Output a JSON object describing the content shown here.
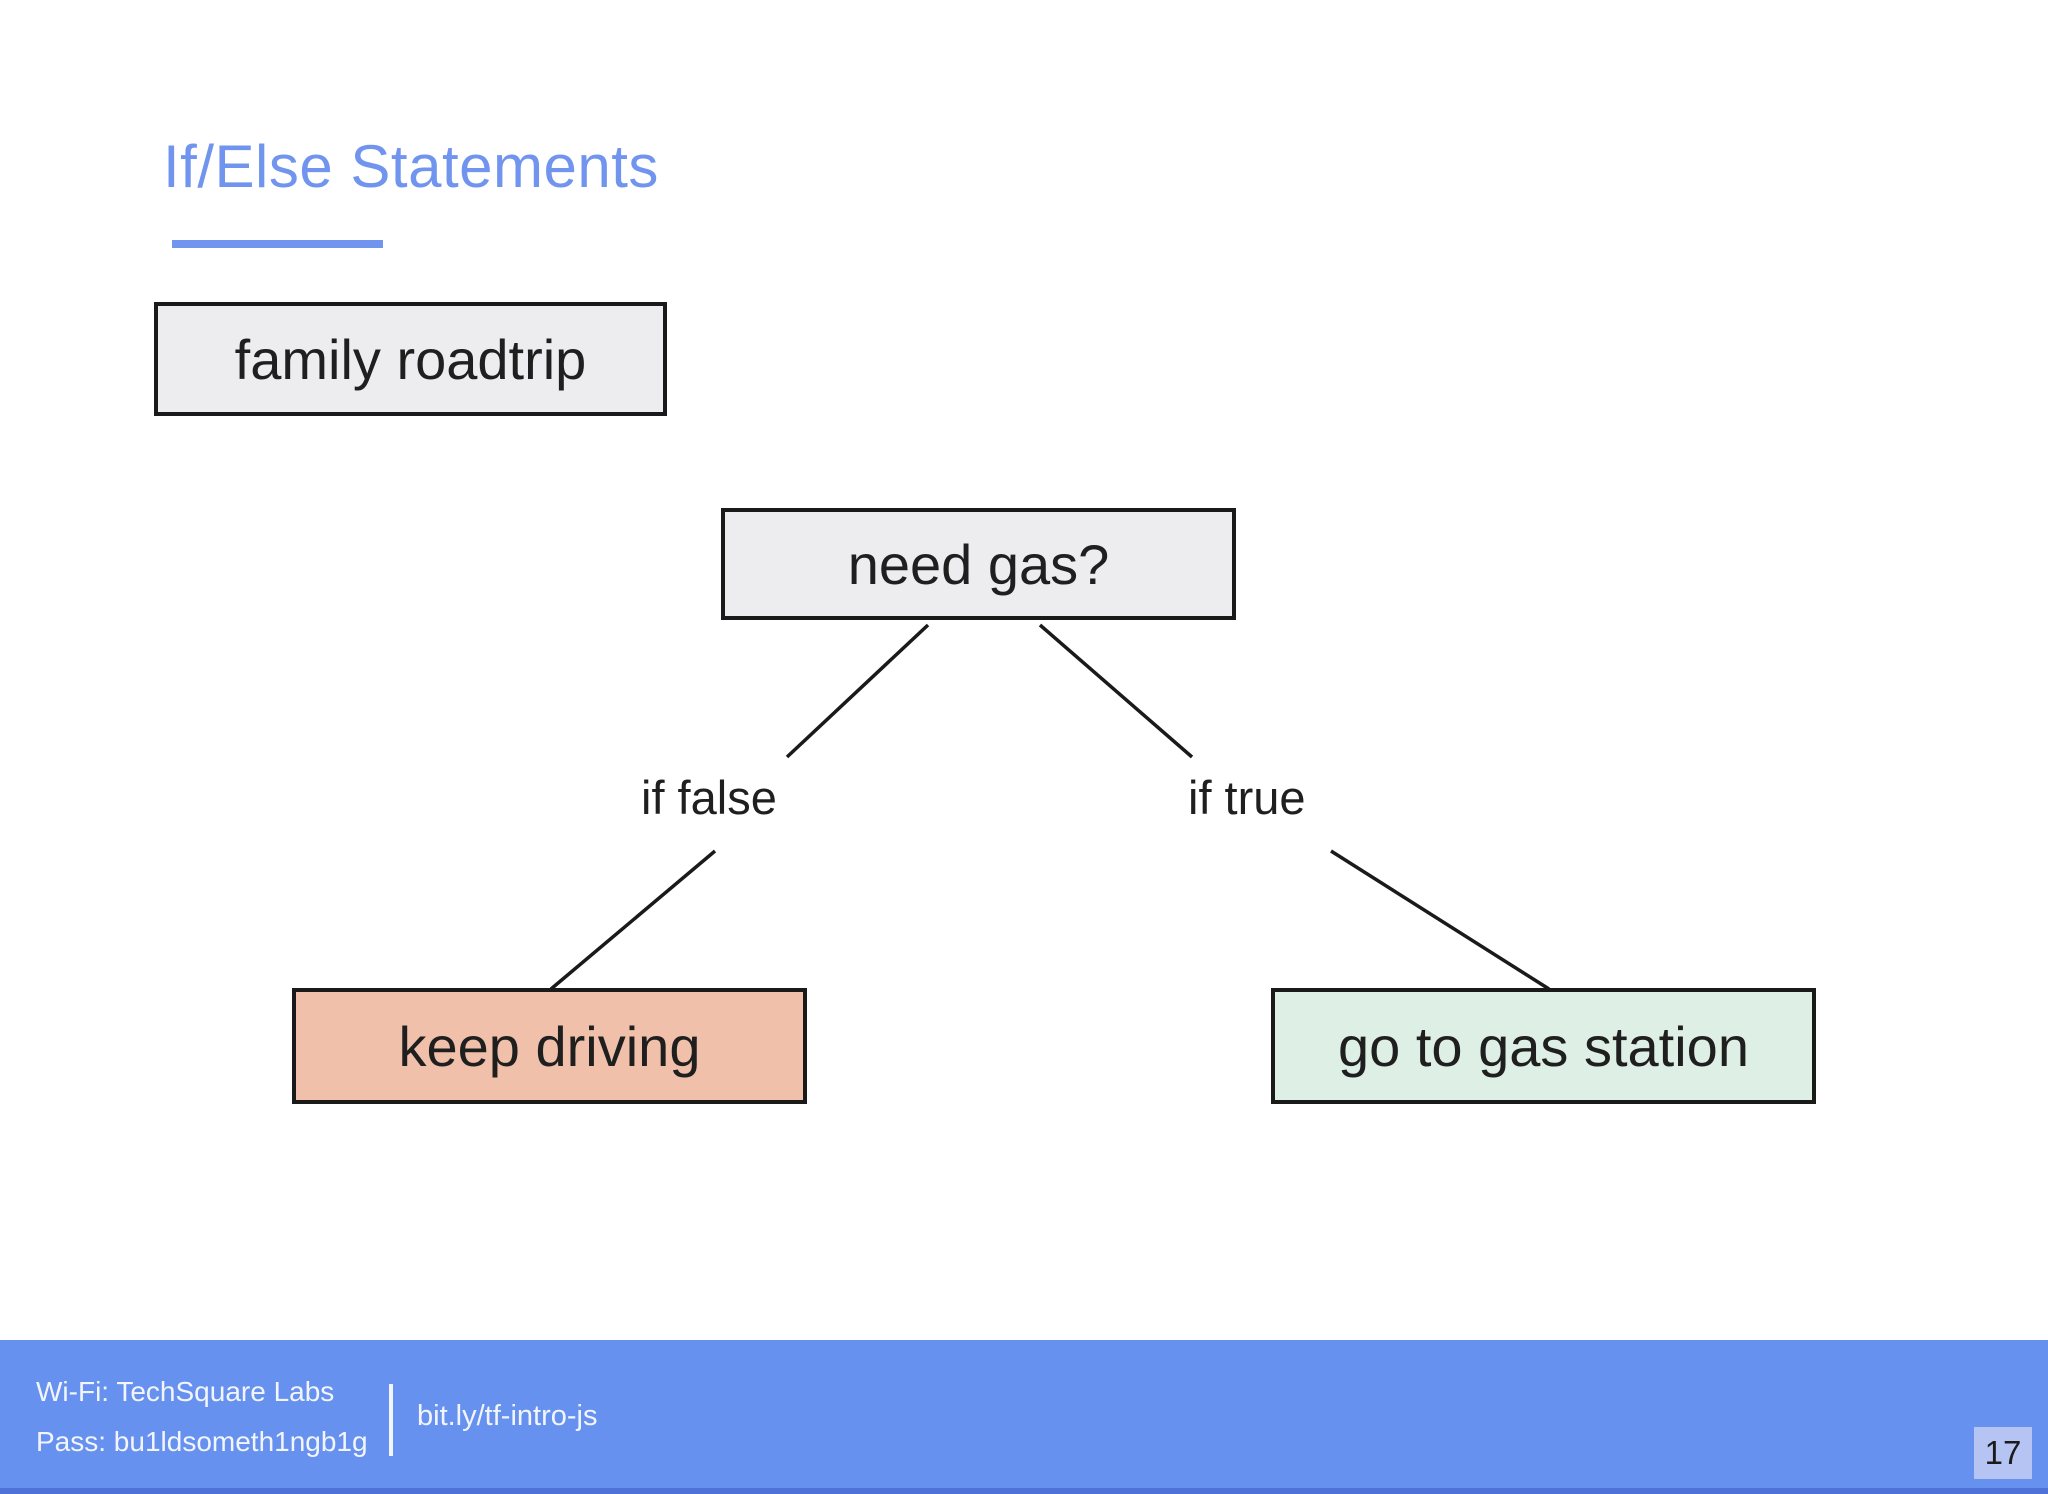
{
  "slide": {
    "title": "If/Else Statements",
    "page_number": "17"
  },
  "diagram": {
    "nodes": [
      {
        "id": "family-roadtrip",
        "label": "family roadtrip",
        "fill": "#ededef"
      },
      {
        "id": "need-gas",
        "label": "need gas?",
        "fill": "#ededef"
      },
      {
        "id": "keep-driving",
        "label": "keep driving",
        "fill": "#f1c0aa"
      },
      {
        "id": "go-to-gas-station",
        "label": "go to gas station",
        "fill": "#def0e5"
      }
    ],
    "branch_labels": {
      "false_branch": "if false",
      "true_branch": "if true"
    }
  },
  "footer": {
    "wifi": "Wi-Fi: TechSquare Labs",
    "password": "Pass: bu1ldsometh1ngb1g",
    "link": "bit.ly/tf-intro-js"
  },
  "colors": {
    "accent_blue": "#7195ee",
    "footer_blue": "#6791ee",
    "footer_bottom_strip": "#4e72d8",
    "page_badge_blue": "#b6c4f4",
    "node_gray": "#ededef",
    "node_salmon": "#f1c0aa",
    "node_green": "#def0e5",
    "connector_black": "#1a1a1a"
  }
}
